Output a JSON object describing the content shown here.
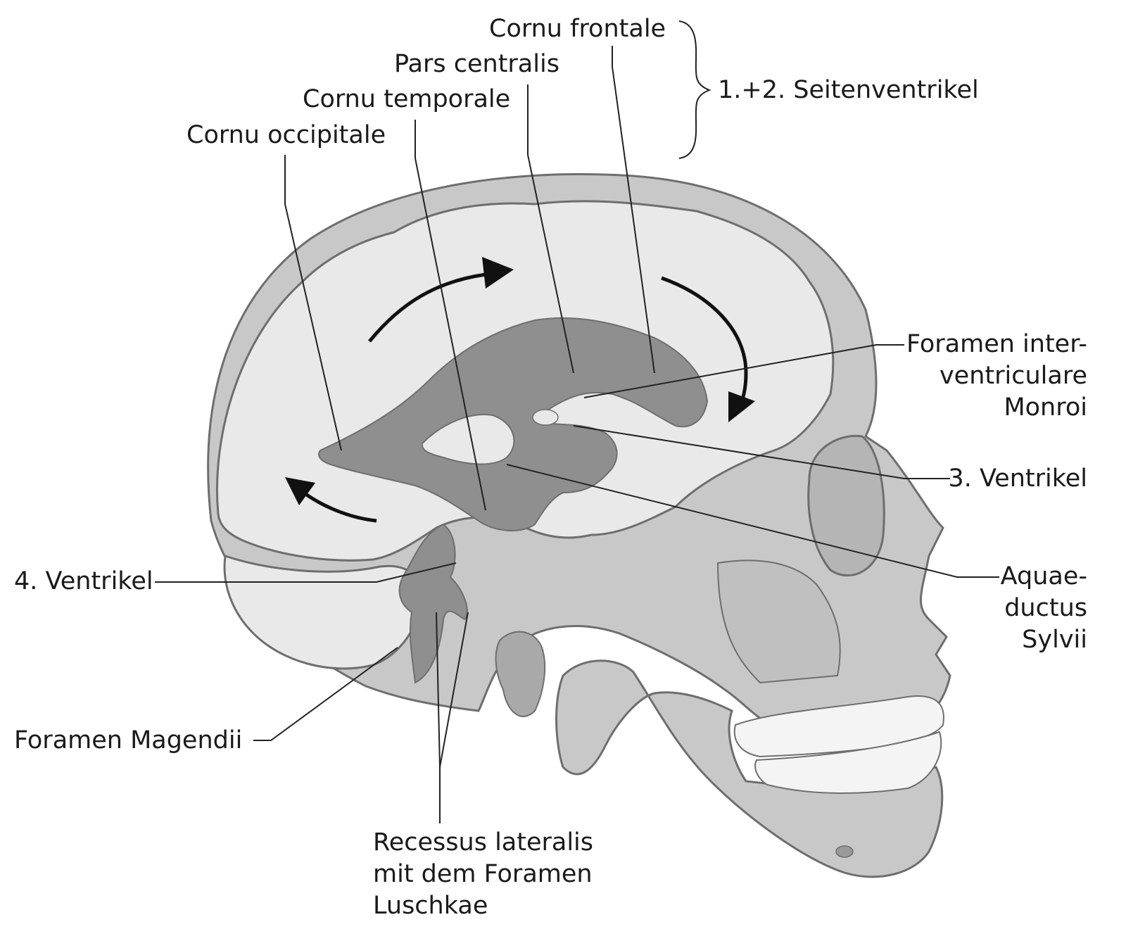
{
  "labels": {
    "cornu_frontale": "Cornu frontale",
    "pars_centralis": "Pars centralis",
    "cornu_temporale": "Cornu temporale",
    "cornu_occipitale": "Cornu occipitale",
    "seitenventrikel": "1.+2. Seitenventrikel",
    "foramen_interventriculare": [
      "Foramen inter-",
      "ventriculare",
      "Monroi"
    ],
    "ventrikel_3": "3. Ventrikel",
    "aquaeductus": [
      "Aquae-",
      "ductus",
      "Sylvii"
    ],
    "ventrikel_4": "4. Ventrikel",
    "foramen_magendii": "Foramen Magendii",
    "recessus_lateralis": [
      "Recessus lateralis",
      "mit dem Foramen",
      "Luschkae"
    ]
  },
  "colors": {
    "skull": "#c8c8c8",
    "brain": "#e9e9e9",
    "ventricle": "#8f8f8f",
    "outline": "#6e6e6e",
    "text": "#1a1a1a"
  }
}
